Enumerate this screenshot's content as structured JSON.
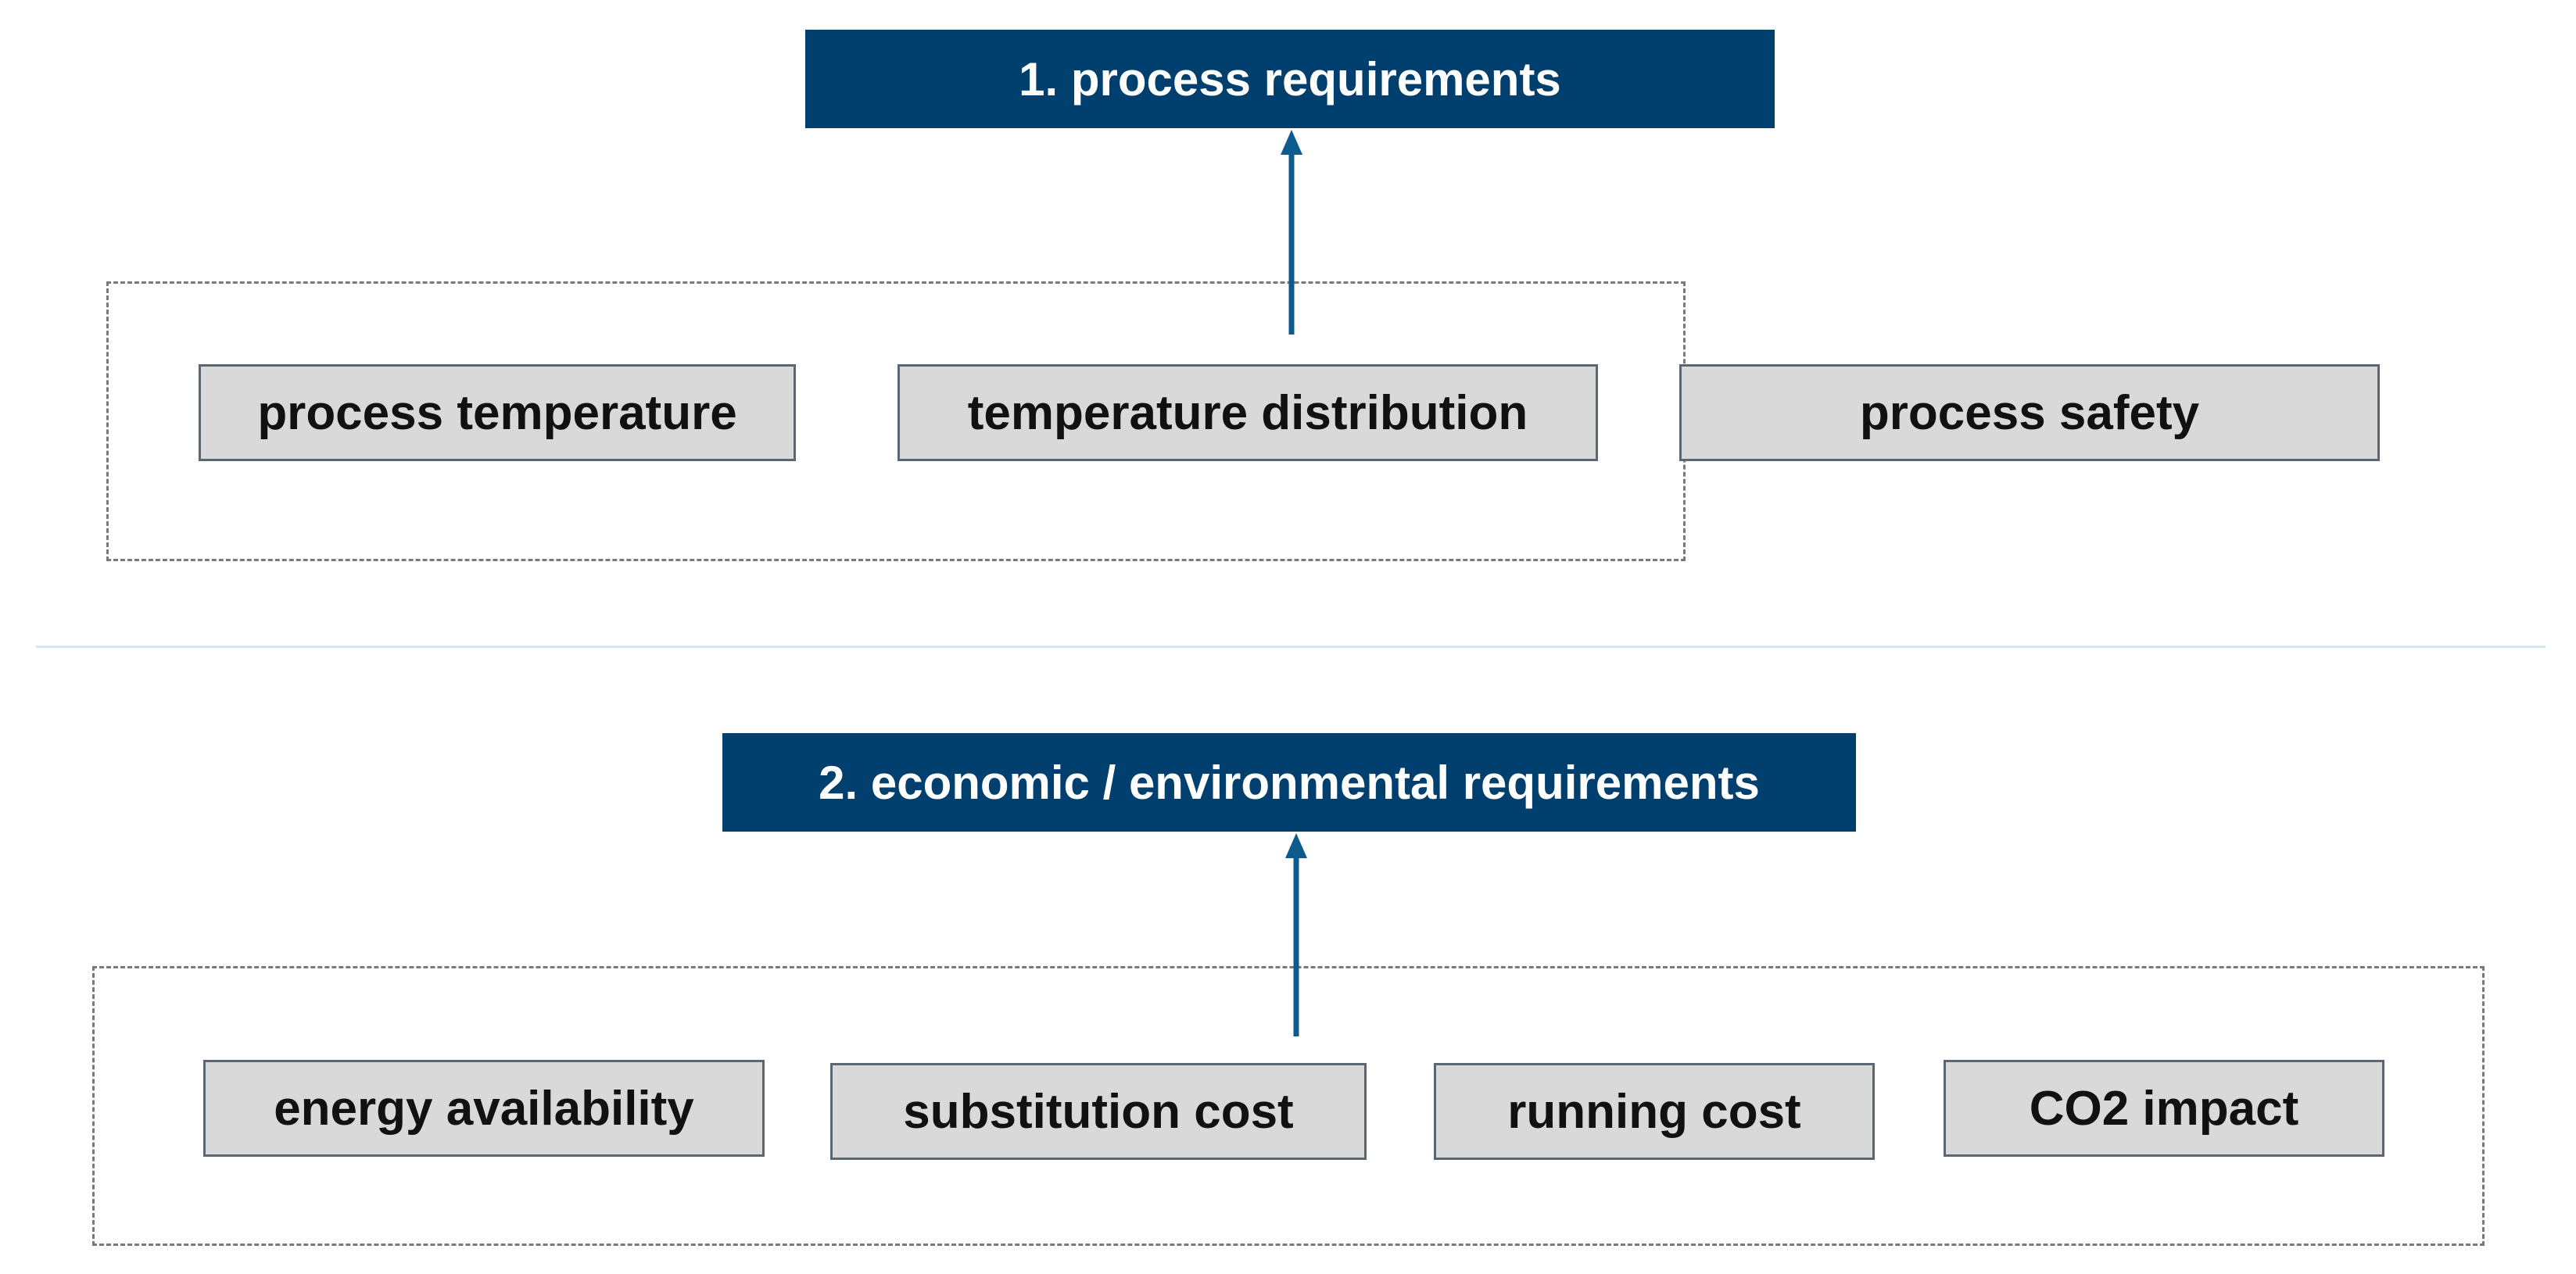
{
  "section_1": {
    "title": "1. process requirements",
    "factors": [
      "process temperature",
      "temperature distribution",
      "process safety"
    ]
  },
  "section_2": {
    "title": "2. economic / environmental requirements",
    "factors": [
      "energy availability",
      "substitution cost",
      "running cost",
      "CO2 impact"
    ]
  },
  "colors": {
    "header_fill": "#003f6e",
    "header_text": "#ffffff",
    "factor_fill": "#d9d9d9",
    "factor_border": "#5a6772",
    "arrow": "#0d5a8c",
    "dashed_frame": "#7a7a7a",
    "separator": "#d3e6f1"
  }
}
